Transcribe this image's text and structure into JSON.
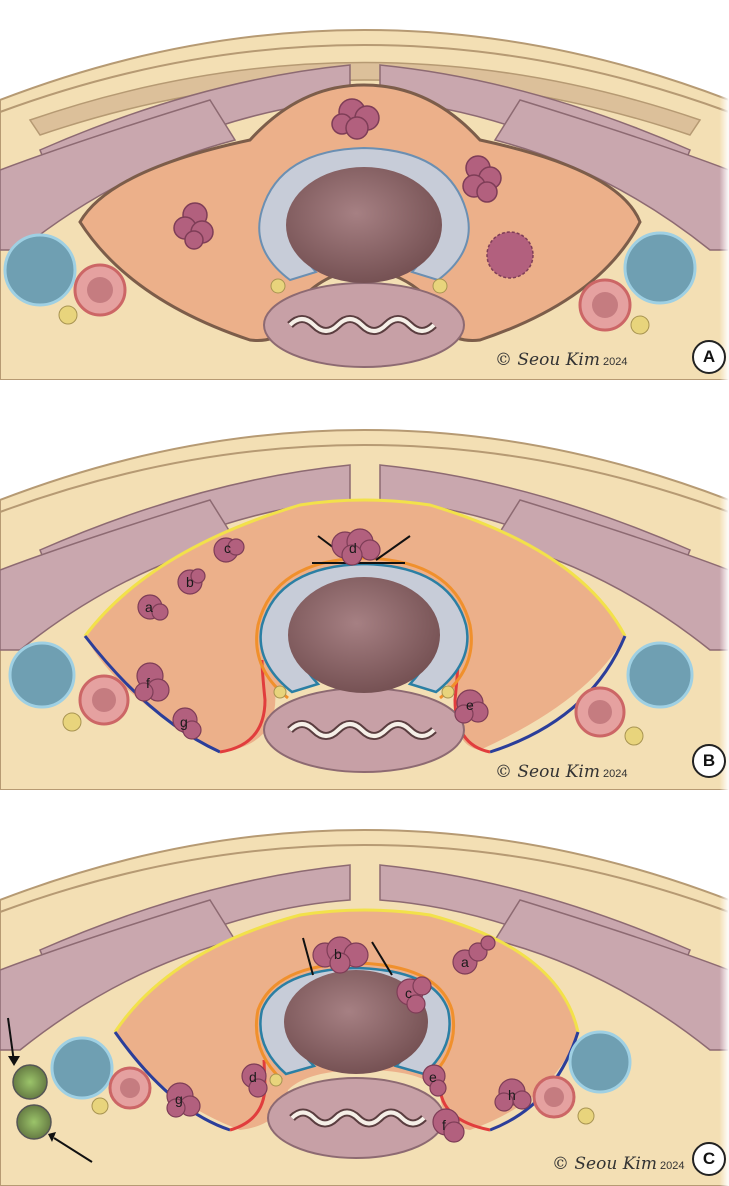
{
  "colors": {
    "background": "#ffffff",
    "skin_fat": "#f3dfb4",
    "muscle": "#c9a7ae",
    "thyroid": "#ecb08a",
    "trachea_ring": "#c7ccd8",
    "tracheal_lumen": "#8f6466",
    "esophagus": "#c7a0a6",
    "carotid": "#6f9fb2",
    "jugular": "#e5a1a0",
    "nerve": "#e8d47c",
    "nodule": "#b2607e",
    "line_yellow": "#f2e14a",
    "line_blue": "#2b3e9a",
    "line_red": "#e13d3d",
    "line_orange": "#f0902c",
    "line_teal": "#2b7fa4"
  },
  "panels": [
    {
      "letter": "A",
      "credit": {
        "text": "Seou Kim",
        "symbol": "©",
        "year": "2024"
      }
    },
    {
      "letter": "B",
      "credit": {
        "text": "Seou Kim",
        "symbol": "©",
        "year": "2024"
      },
      "nodule_labels": [
        "a",
        "b",
        "c",
        "d",
        "e",
        "f",
        "g"
      ]
    },
    {
      "letter": "C",
      "credit": {
        "text": "Seou Kim",
        "symbol": "©",
        "year": "2024"
      },
      "nodule_labels": [
        "a",
        "b",
        "c",
        "d",
        "e",
        "f",
        "g",
        "h"
      ]
    }
  ]
}
